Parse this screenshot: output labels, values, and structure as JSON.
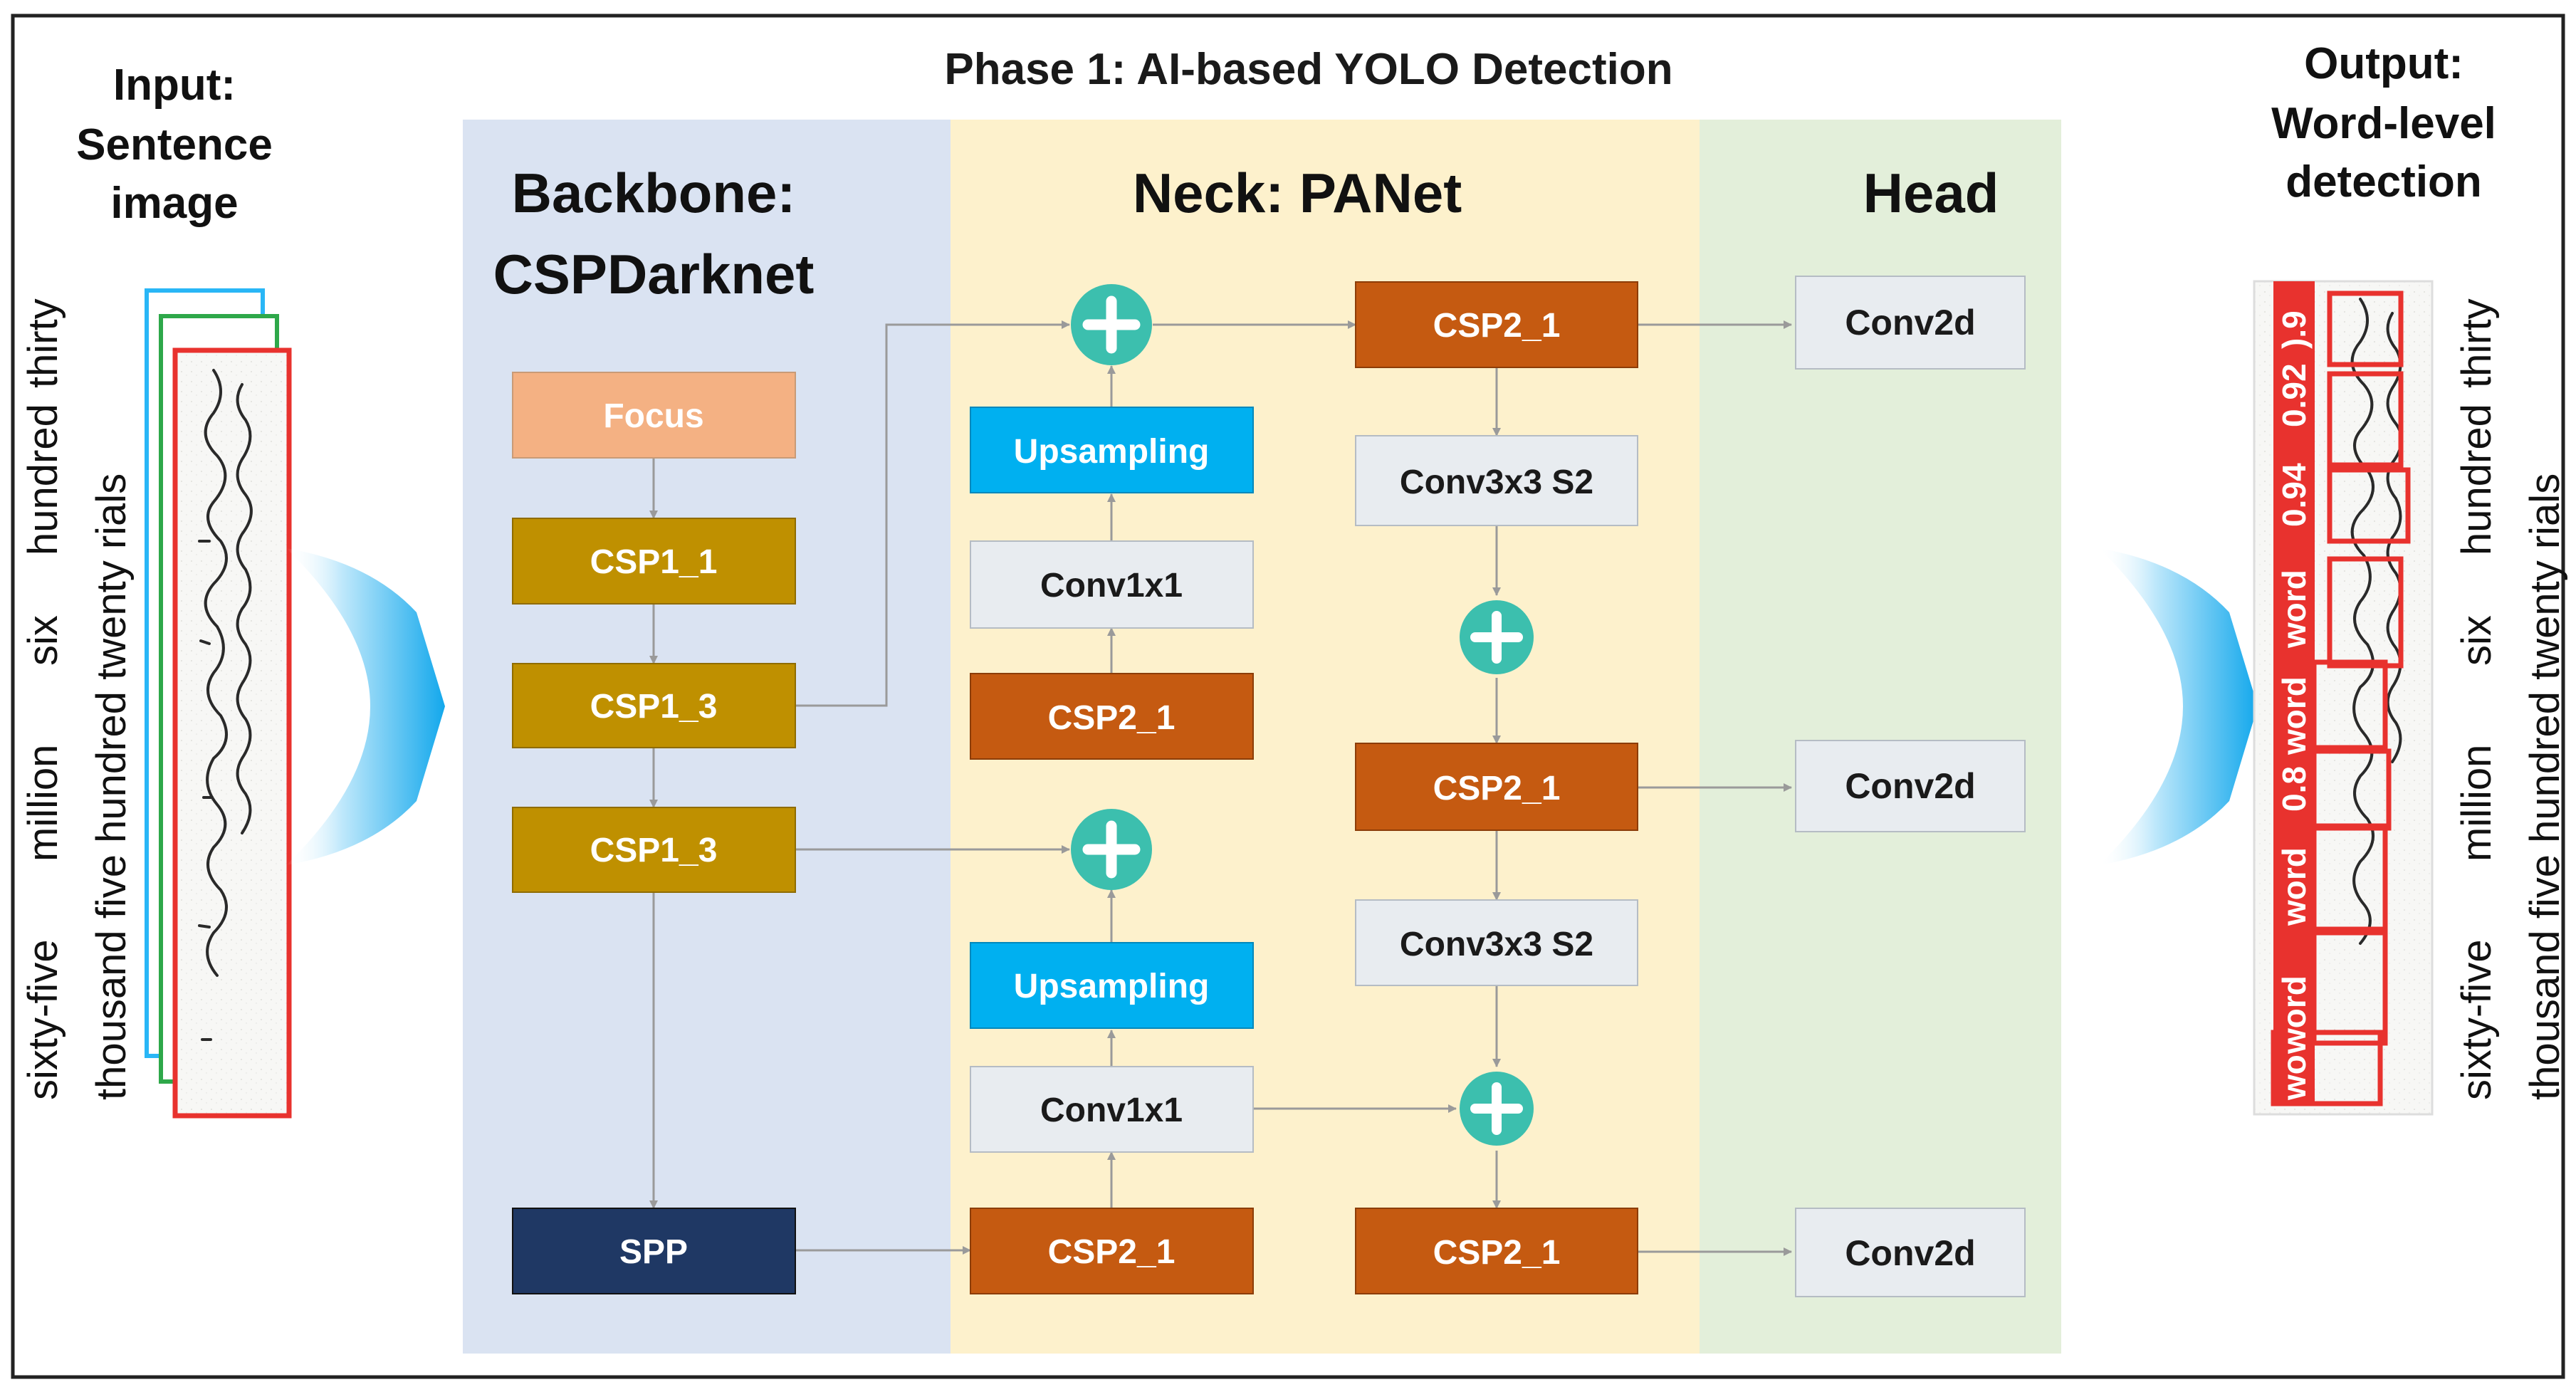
{
  "title": "Phase 1: AI-based YOLO Detection",
  "input": {
    "line1": "Input:",
    "line2": "Sentence",
    "line3": "image"
  },
  "output": {
    "line1": "Output:",
    "line2": "Word-level",
    "line3": "detection"
  },
  "transcript": {
    "row1": [
      "sixty-five",
      "million",
      "six",
      "hundred",
      "thirty"
    ],
    "row2": "thousand five hundred twenty rials"
  },
  "sections": {
    "backbone_line1": "Backbone:",
    "backbone_line2": "CSPDarknet",
    "neck": "Neck: PANet",
    "head": "Head"
  },
  "blocks": {
    "focus": "Focus",
    "csp1_1": "CSP1_1",
    "csp1_3a": "CSP1_3",
    "csp1_3b": "CSP1_3",
    "spp": "SPP",
    "up1": "Upsampling",
    "conv1x1a": "Conv1x1",
    "csp2_1a": "CSP2_1",
    "up2": "Upsampling",
    "conv1x1b": "Conv1x1",
    "csp2_1b": "CSP2_1",
    "csp2_1c": "CSP2_1",
    "conv3x3a": "Conv3x3 S2",
    "csp2_1d": "CSP2_1",
    "conv3x3b": "Conv3x3 S2",
    "csp2_1e": "CSP2_1",
    "conv2d_a": "Conv2d",
    "conv2d_b": "Conv2d",
    "conv2d_c": "Conv2d"
  },
  "detections": [
    "wo",
    "word",
    "word",
    "0.8",
    "word",
    "word",
    "0.94",
    "0.92",
    ").9"
  ],
  "colors": {
    "backbone_bg": "#dae3f2",
    "neck_bg": "#fdf1cc",
    "head_bg": "#e3efda",
    "focus": "#f4b183",
    "csp1": "#bf9000",
    "spp": "#1f3864",
    "csp2": "#c55a11",
    "upsampling": "#00b0f0",
    "conv": "#e8ecf0",
    "plus": "#3cbfae",
    "detection": "#e8322e"
  }
}
